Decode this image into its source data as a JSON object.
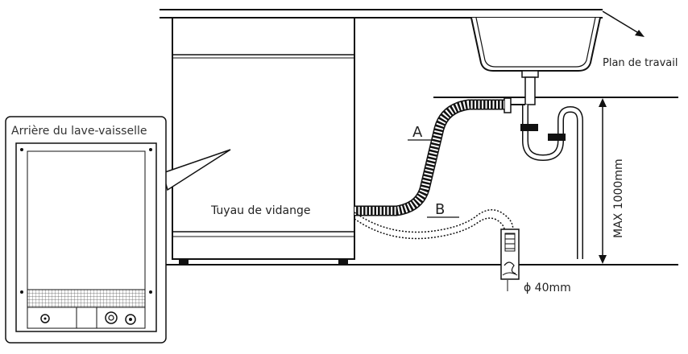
{
  "labels": {
    "countertop": "Plan de travail",
    "rear_of_dishwasher": "Arrière du lave-vaisselle",
    "drain_hose": "Tuyau de vidange",
    "hose_a": "A",
    "hose_b": "B",
    "max_height": "MAX 1000mm",
    "pipe_diameter": "ϕ 40mm"
  }
}
